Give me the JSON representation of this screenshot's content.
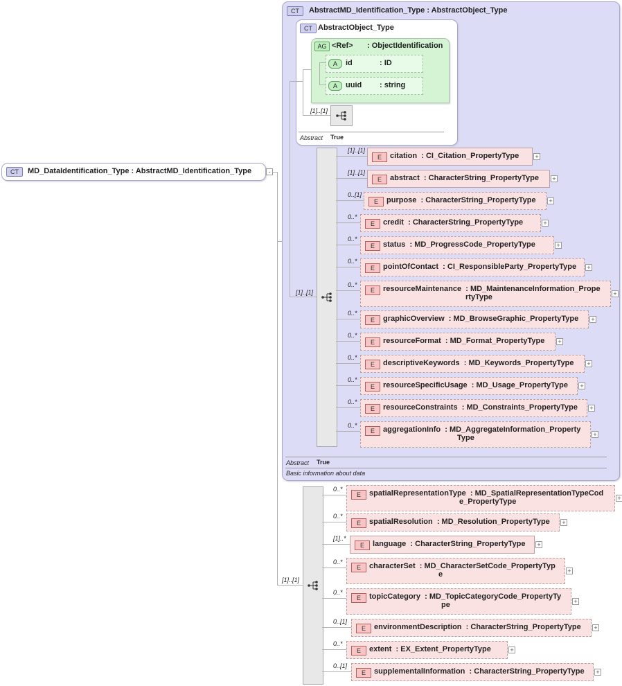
{
  "root": {
    "icon": "CT",
    "label": "MD_DataIdentification_Type : AbstractMD_Identification_Type"
  },
  "base": {
    "icon": "CT",
    "label": "AbstractMD_Identification_Type : AbstractObject_Type",
    "abstract_label": "Abstract",
    "abstract_value": "True",
    "doc": "Basic information about data"
  },
  "object": {
    "icon": "CT",
    "label": "AbstractObject_Type",
    "abstract_label": "Abstract",
    "abstract_value": "True",
    "seq_card": "[1]..[1]"
  },
  "ag": {
    "icon": "AG",
    "name": "<Ref>",
    "type": ": ObjectIdentification",
    "attrs": [
      {
        "icon": "A",
        "name": "id",
        "type": ": ID"
      },
      {
        "icon": "A",
        "name": "uuid",
        "type": ": string"
      }
    ]
  },
  "seq1_card": "[1]..[1]",
  "seq2_card": "[1]..[1]",
  "elements1": [
    {
      "card": "[1]..[1]",
      "name": "citation",
      "type": ": CI_Citation_PropertyType"
    },
    {
      "card": "[1]..[1]",
      "name": "abstract",
      "type": ": CharacterString_PropertyType"
    },
    {
      "card": "0..[1]",
      "name": "purpose",
      "type": ": CharacterString_PropertyType"
    },
    {
      "card": "0..*",
      "name": "credit",
      "type": ": CharacterString_PropertyType"
    },
    {
      "card": "0..*",
      "name": "status",
      "type": ": MD_ProgressCode_PropertyType"
    },
    {
      "card": "0..*",
      "name": "pointOfContact",
      "type": ": CI_ResponsibleParty_PropertyType"
    },
    {
      "card": "0..*",
      "name": "resourceMaintenance",
      "type": ": MD_MaintenanceInformation_Prope",
      "type2": "rtyType"
    },
    {
      "card": "0..*",
      "name": "graphicOverview",
      "type": ": MD_BrowseGraphic_PropertyType"
    },
    {
      "card": "0..*",
      "name": "resourceFormat",
      "type": ": MD_Format_PropertyType"
    },
    {
      "card": "0..*",
      "name": "descriptiveKeywords",
      "type": ": MD_Keywords_PropertyType"
    },
    {
      "card": "0..*",
      "name": "resourceSpecificUsage",
      "type": ": MD_Usage_PropertyType"
    },
    {
      "card": "0..*",
      "name": "resourceConstraints",
      "type": ": MD_Constraints_PropertyType"
    },
    {
      "card": "0..*",
      "name": "aggregationInfo",
      "type": ": MD_AggregateInformation_Property",
      "type2": "Type"
    }
  ],
  "elements2": [
    {
      "card": "0..*",
      "name": "spatialRepresentationType",
      "type": ": MD_SpatialRepresentationTypeCod",
      "type2": "e_PropertyType"
    },
    {
      "card": "0..*",
      "name": "spatialResolution",
      "type": ": MD_Resolution_PropertyType"
    },
    {
      "card": "[1]..*",
      "name": "language",
      "type": ": CharacterString_PropertyType"
    },
    {
      "card": "0..*",
      "name": "characterSet",
      "type": ": MD_CharacterSetCode_PropertyTyp",
      "type2": "e"
    },
    {
      "card": "0..*",
      "name": "topicCategory",
      "type": ": MD_TopicCategoryCode_PropertyTy",
      "type2": "pe"
    },
    {
      "card": "0..[1]",
      "name": "environmentDescription",
      "type": ": CharacterString_PropertyType"
    },
    {
      "card": "0..*",
      "name": "extent",
      "type": ": EX_Extent_PropertyType"
    },
    {
      "card": "0..[1]",
      "name": "supplementalInformation",
      "type": ": CharacterString_PropertyType"
    }
  ],
  "icons": {
    "element": "E",
    "expand": "+",
    "collapse": "-",
    "sequence": "sequence-icon"
  }
}
